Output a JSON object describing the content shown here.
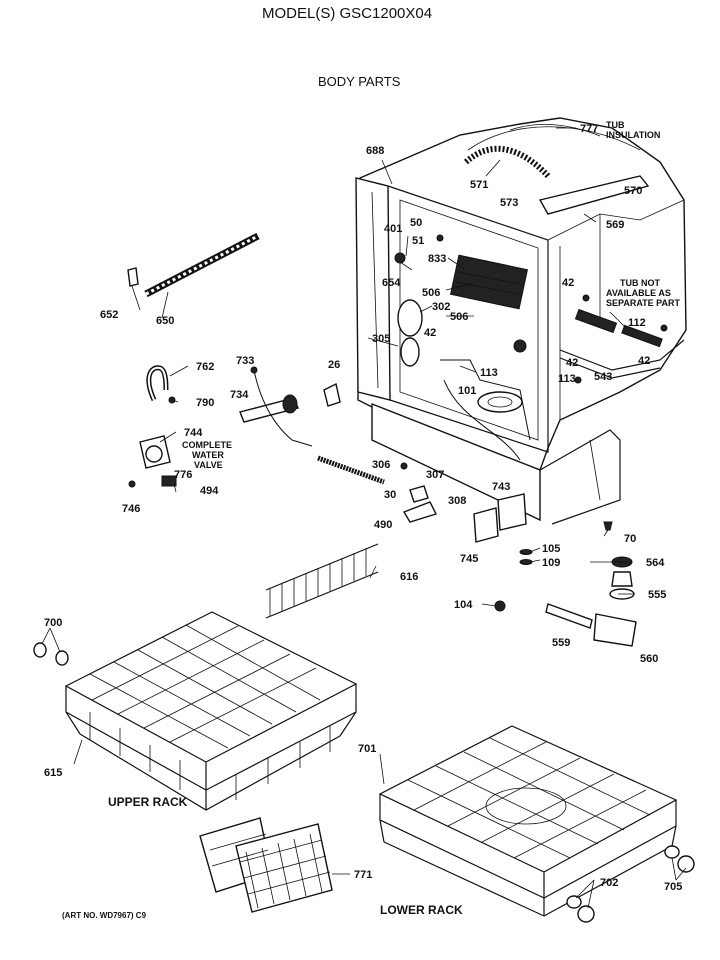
{
  "header": {
    "model": "MODEL(S) GSC1200X04",
    "section": "BODY PARTS"
  },
  "notes": {
    "tub_insulation": [
      "TUB",
      "INSULATION"
    ],
    "tub_not_available": [
      "TUB NOT",
      "AVAILABLE AS",
      "SEPARATE PART"
    ],
    "complete_water_valve": [
      "COMPLETE",
      "WATER",
      "VALVE"
    ]
  },
  "section_labels": {
    "upper_rack": "UPPER RACK",
    "lower_rack": "LOWER RACK",
    "art_no": "(ART NO. WD7967) C9"
  },
  "callouts": {
    "p777": "777",
    "p688": "688",
    "p571": "571",
    "p573": "573",
    "p570": "570",
    "p569": "569",
    "p401": "401",
    "p50": "50",
    "p51": "51",
    "p833": "833",
    "p654": "654",
    "p506a": "506",
    "p302": "302",
    "p506b": "506",
    "p42a": "42",
    "p42b": "42",
    "p42c": "42",
    "p42d": "42",
    "p112": "112",
    "p305": "305",
    "p113a": "113",
    "p113b": "113",
    "p543": "543",
    "p101": "101",
    "p652": "652",
    "p650": "650",
    "p762": "762",
    "p733": "733",
    "p26": "26",
    "p790": "790",
    "p734": "734",
    "p744": "744",
    "p776": "776",
    "p494": "494",
    "p746": "746",
    "p306": "306",
    "p307": "307",
    "p308": "308",
    "p30": "30",
    "p490": "490",
    "p743": "743",
    "p745": "745",
    "p105": "105",
    "p109": "109",
    "p70": "70",
    "p564": "564",
    "p555": "555",
    "p616": "616",
    "p104": "104",
    "p559": "559",
    "p560": "560",
    "p700": "700",
    "p615": "615",
    "p701": "701",
    "p771": "771",
    "p702": "702",
    "p705": "705"
  }
}
